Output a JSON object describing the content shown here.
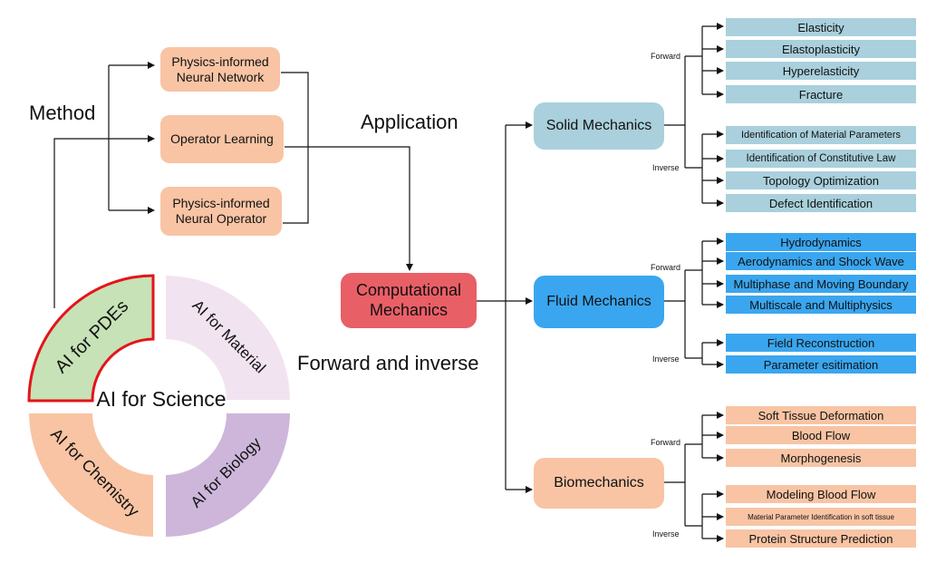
{
  "labels": {
    "method": "Method",
    "application": "Application",
    "forward_inverse": "Forward and inverse"
  },
  "methods": [
    {
      "label": "Physics-informed Neural Network"
    },
    {
      "label": "Operator Learning"
    },
    {
      "label": "Physics-informed Neural Operator"
    }
  ],
  "center": {
    "label": "Computational Mechanics"
  },
  "ring": {
    "center_label": "AI for Science",
    "pdes": "AI for PDEs",
    "material": "AI for Material",
    "chemistry": "AI for Chemistry",
    "biology": "AI for Biology"
  },
  "solid": {
    "label": "Solid Mechanics",
    "forward_label": "Forward",
    "inverse_label": "Inverse",
    "forward": [
      "Elasticity",
      "Elastoplasticity",
      "Hyperelasticity",
      "Fracture"
    ],
    "inverse": [
      "Identification of Material Parameters",
      "Identification of Constitutive Law",
      "Topology Optimization",
      "Defect Identification"
    ]
  },
  "fluid": {
    "label": "Fluid Mechanics",
    "forward_label": "Forward",
    "inverse_label": "Inverse",
    "forward": [
      "Hydrodynamics",
      "Aerodynamics and Shock Wave",
      "Multiphase and Moving Boundary",
      "Multiscale and Multiphysics"
    ],
    "inverse": [
      "Field Reconstruction",
      "Parameter esitimation"
    ]
  },
  "bio": {
    "label": "Biomechanics",
    "forward_label": "Forward",
    "inverse_label": "Inverse",
    "forward": [
      "Soft Tissue Deformation",
      "Blood Flow",
      "Morphogenesis"
    ],
    "inverse": [
      "Modeling Blood Flow",
      "Material Parameter Identification in soft tissue",
      "Protein Structure Prediction"
    ]
  },
  "colors": {
    "method_box": "#f8c4a4",
    "center_box": "#e95f66",
    "solid": "#a9d0dc",
    "fluid": "#3aa6ef",
    "bio": "#f8c4a4",
    "ring_pdes": "#c6e2b6",
    "ring_pdes_border": "#e4141b",
    "ring_material": "#f1e4f0",
    "ring_chemistry": "#f8c4a4",
    "ring_biology": "#cdb6da"
  }
}
